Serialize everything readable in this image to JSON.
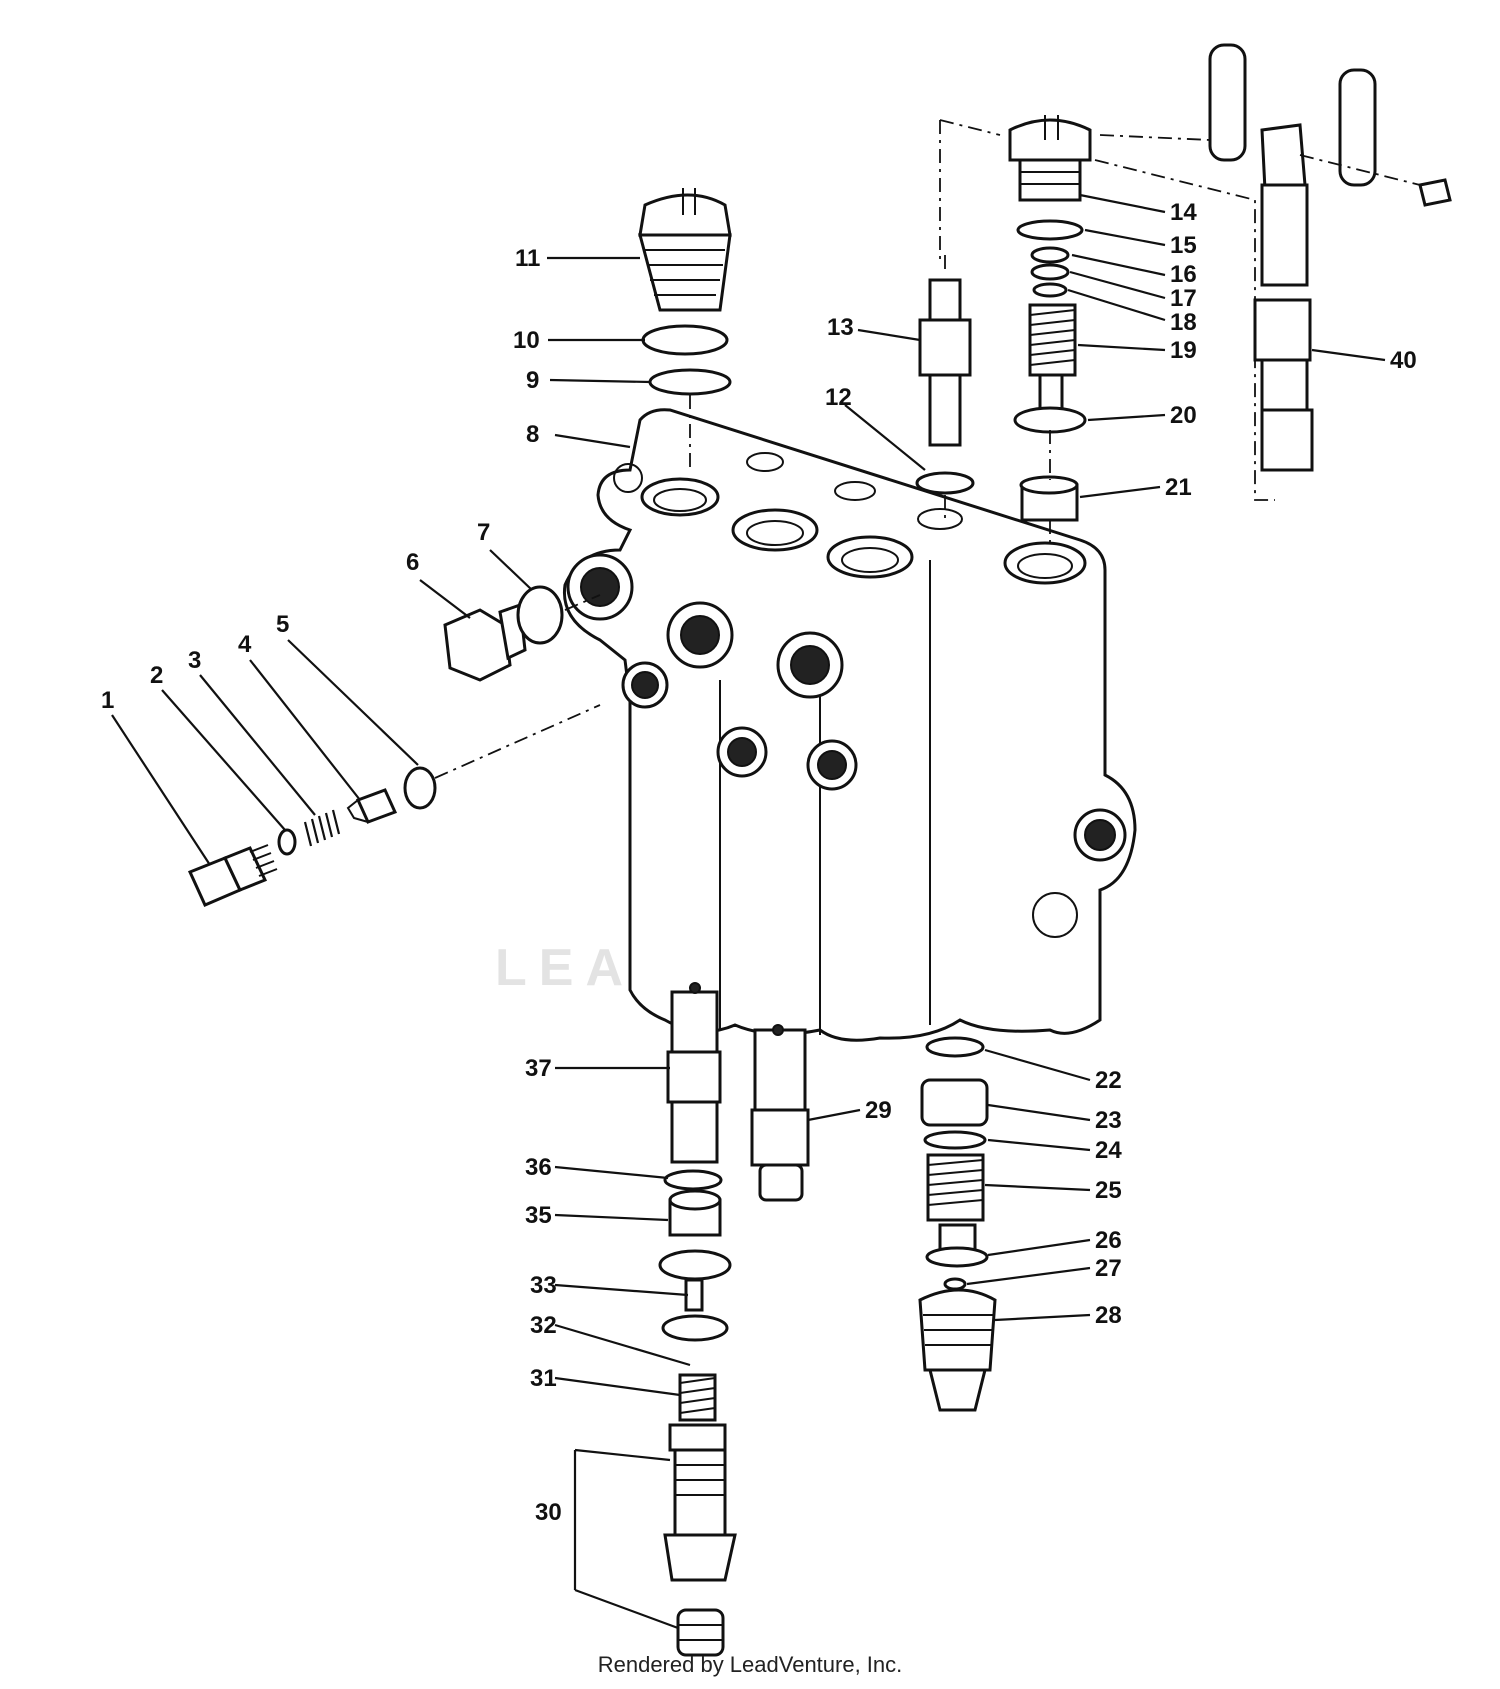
{
  "watermark": "LEADVENTURE",
  "footer": "Rendered by LeadVenture, Inc.",
  "callouts": [
    {
      "id": "1",
      "label": "1"
    },
    {
      "id": "2",
      "label": "2"
    },
    {
      "id": "3",
      "label": "3"
    },
    {
      "id": "4",
      "label": "4"
    },
    {
      "id": "5",
      "label": "5"
    },
    {
      "id": "6",
      "label": "6"
    },
    {
      "id": "7",
      "label": "7"
    },
    {
      "id": "8",
      "label": "8"
    },
    {
      "id": "9",
      "label": "9"
    },
    {
      "id": "10",
      "label": "10"
    },
    {
      "id": "11",
      "label": "11"
    },
    {
      "id": "12",
      "label": "12"
    },
    {
      "id": "13",
      "label": "13"
    },
    {
      "id": "14",
      "label": "14"
    },
    {
      "id": "15",
      "label": "15"
    },
    {
      "id": "16",
      "label": "16"
    },
    {
      "id": "17",
      "label": "17"
    },
    {
      "id": "18",
      "label": "18"
    },
    {
      "id": "19",
      "label": "19"
    },
    {
      "id": "20",
      "label": "20"
    },
    {
      "id": "21",
      "label": "21"
    },
    {
      "id": "22",
      "label": "22"
    },
    {
      "id": "23",
      "label": "23"
    },
    {
      "id": "24",
      "label": "24"
    },
    {
      "id": "25",
      "label": "25"
    },
    {
      "id": "26",
      "label": "26"
    },
    {
      "id": "27",
      "label": "27"
    },
    {
      "id": "28",
      "label": "28"
    },
    {
      "id": "29",
      "label": "29"
    },
    {
      "id": "30",
      "label": "30"
    },
    {
      "id": "31",
      "label": "31"
    },
    {
      "id": "32",
      "label": "32"
    },
    {
      "id": "33",
      "label": "33"
    },
    {
      "id": "35",
      "label": "35"
    },
    {
      "id": "36",
      "label": "36"
    },
    {
      "id": "37",
      "label": "37"
    },
    {
      "id": "40",
      "label": "40"
    }
  ]
}
